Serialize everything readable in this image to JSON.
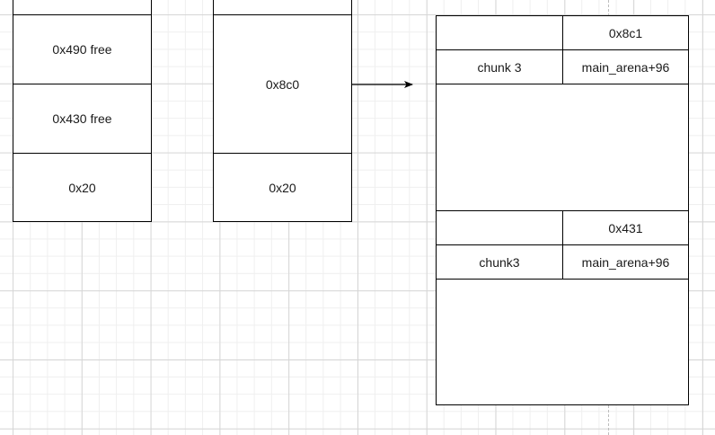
{
  "stack_a": {
    "top": "",
    "cell1": "0x490 free",
    "cell2": "0x430 free",
    "cell3": "0x20"
  },
  "stack_b": {
    "top": "",
    "cell1": "0x8c0",
    "cell2": "0x20"
  },
  "chunk_view": {
    "header1": {
      "prev_size": "",
      "size": "0x8c1"
    },
    "row1": {
      "fd_label": "chunk 3",
      "bk_value": "main_arena+96"
    },
    "header2": {
      "prev_size": "",
      "size": "0x431"
    },
    "row2": {
      "fd_label": "chunk3",
      "bk_value": "main_arena+96"
    }
  },
  "colors": {
    "stroke": "#000000",
    "fill": "#ffffff",
    "grid_major": "#d6d6d6",
    "grid_minor": "#efefef"
  }
}
